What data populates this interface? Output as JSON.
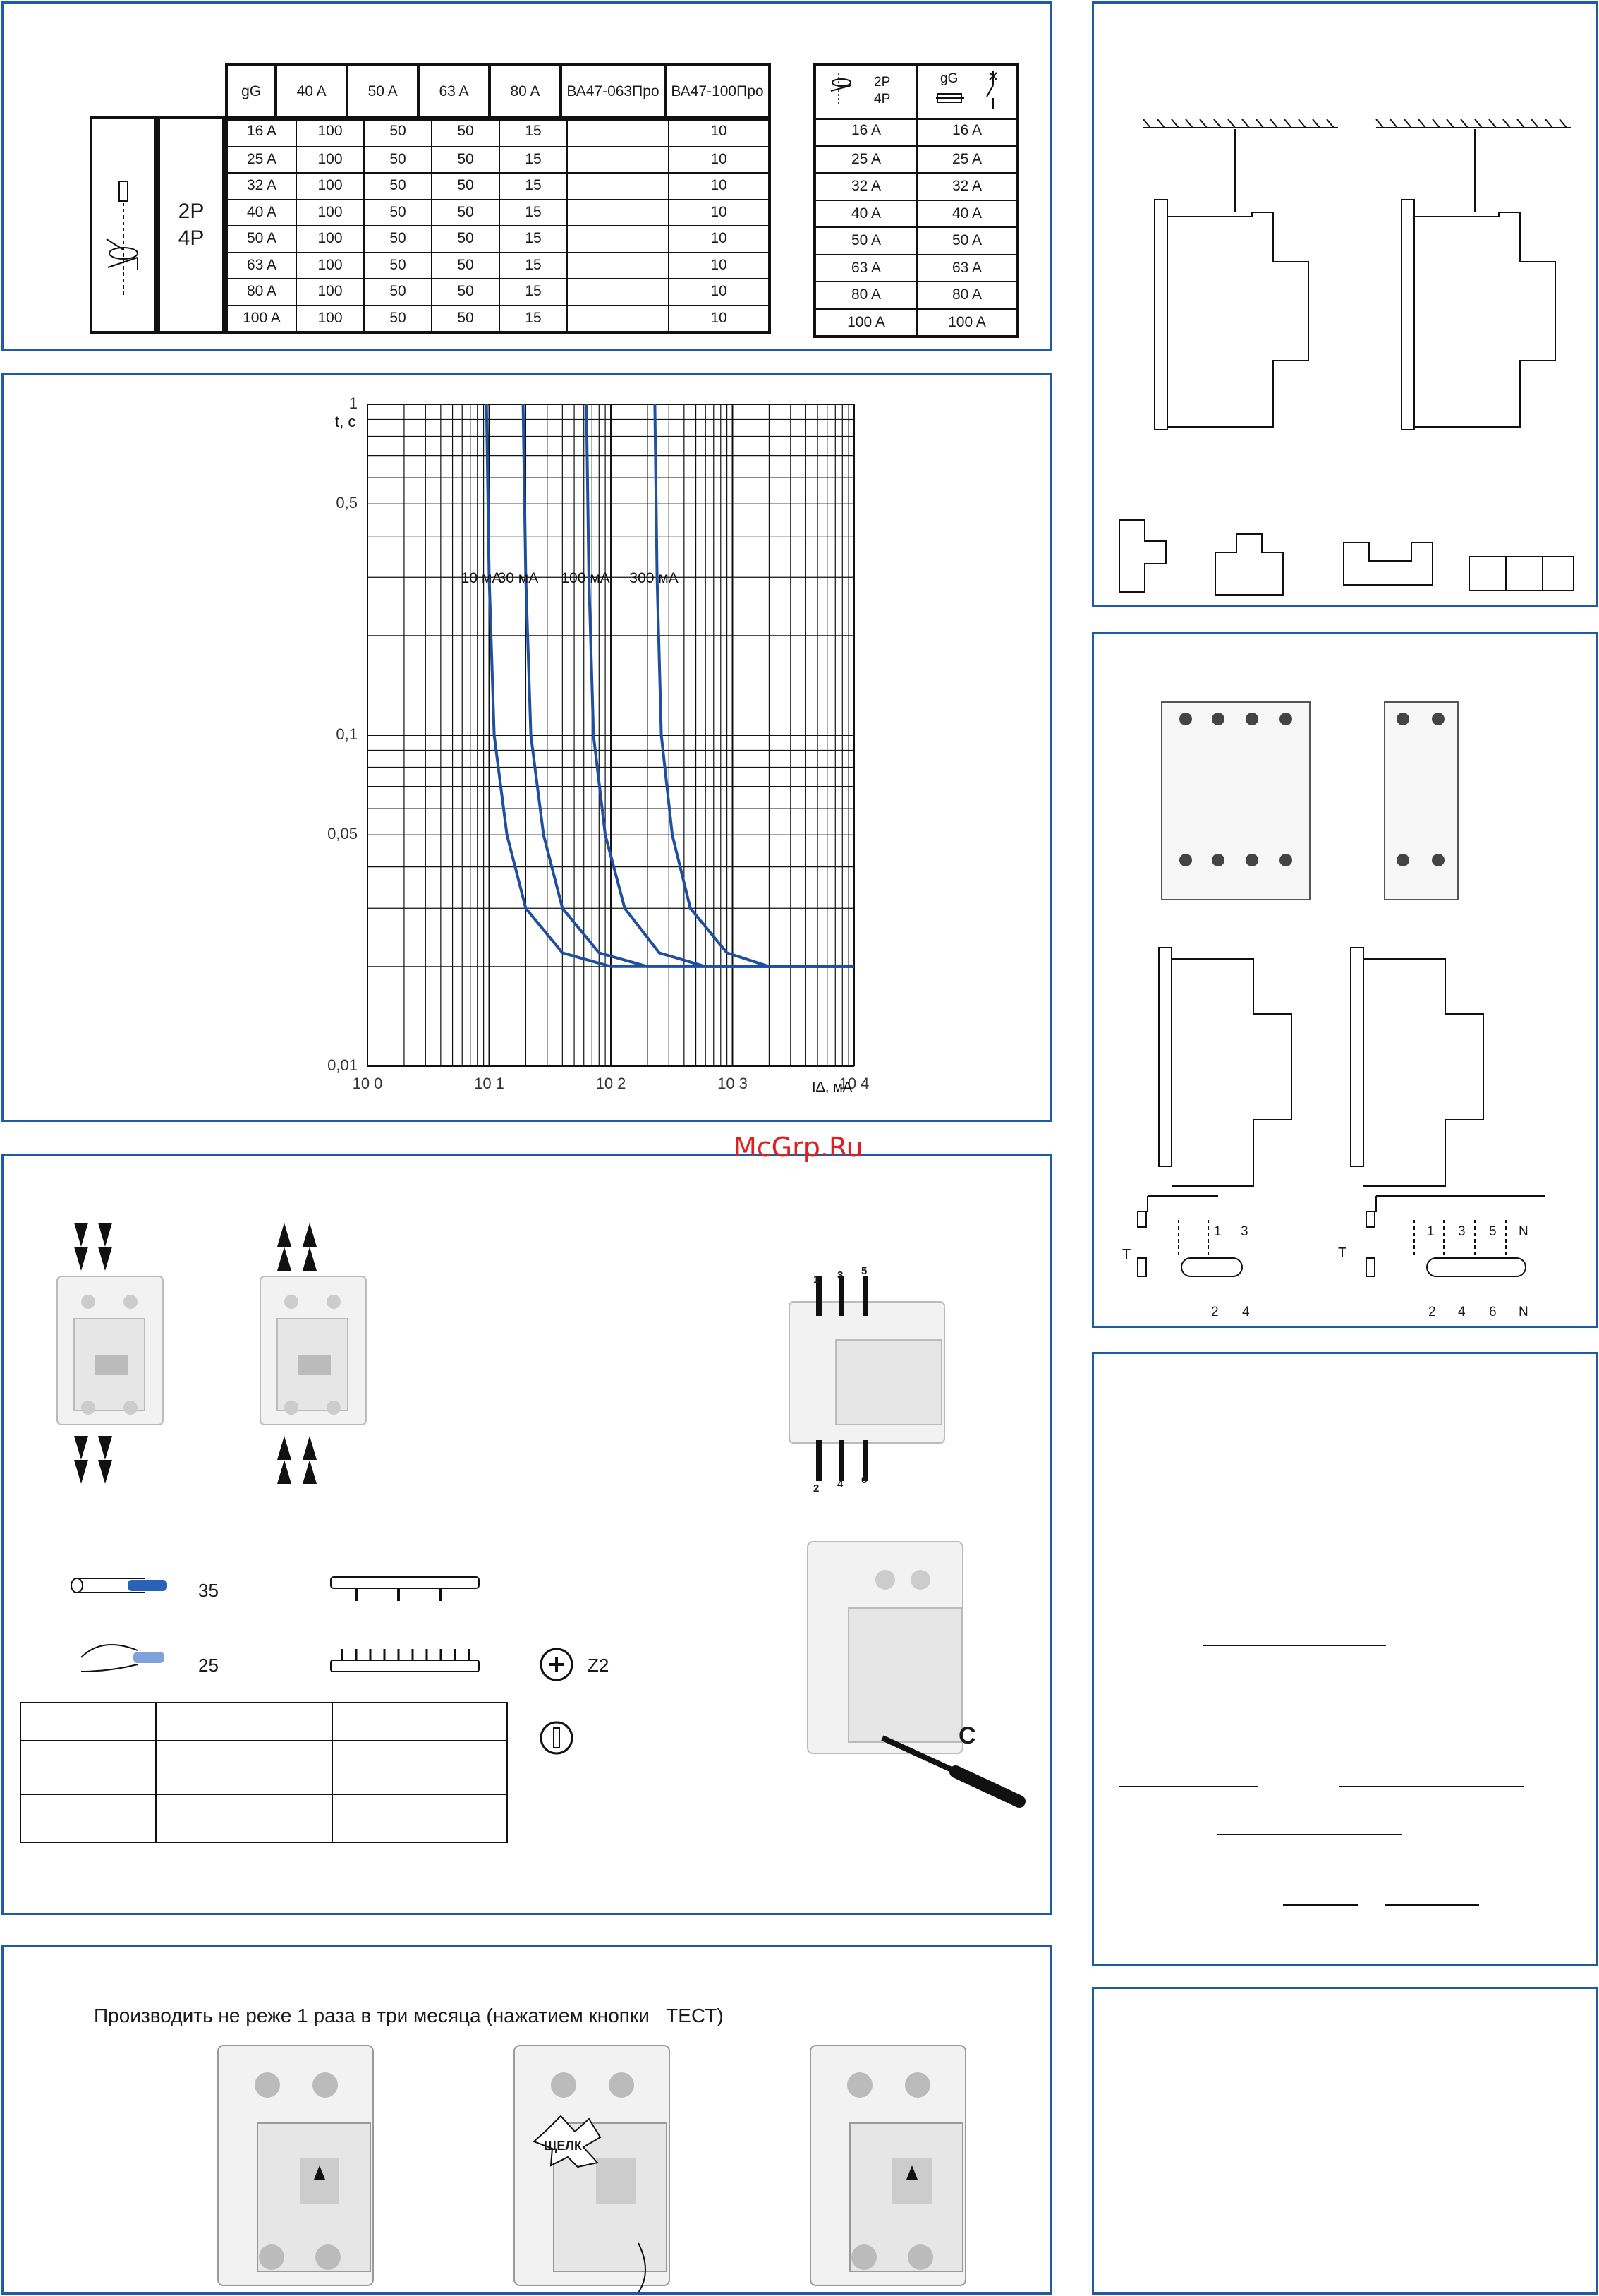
{
  "table1": {
    "headers": [
      "gG",
      "40 A",
      "50 A",
      "63 A",
      "80 A",
      "ВА47-063Про",
      "ВА47-100Про"
    ],
    "poles": "2P\n4P",
    "rows": [
      [
        "16 A",
        "100",
        "50",
        "50",
        "15",
        "",
        "10"
      ],
      [
        "25 A",
        "100",
        "50",
        "50",
        "15",
        "",
        "10"
      ],
      [
        "32 A",
        "100",
        "50",
        "50",
        "15",
        "",
        "10"
      ],
      [
        "40 A",
        "100",
        "50",
        "50",
        "15",
        "",
        "10"
      ],
      [
        "50 A",
        "100",
        "50",
        "50",
        "15",
        "",
        "10"
      ],
      [
        "63 A",
        "100",
        "50",
        "50",
        "15",
        "",
        "10"
      ],
      [
        "80 A",
        "100",
        "50",
        "50",
        "15",
        "",
        "10"
      ],
      [
        "100 A",
        "100",
        "50",
        "50",
        "15",
        "",
        "10"
      ]
    ]
  },
  "table2": {
    "header_poles": "2P\n4P",
    "header_fuse": "gG",
    "rows": [
      [
        "16 A",
        "16 A"
      ],
      [
        "25 A",
        "25 A"
      ],
      [
        "32 A",
        "32 A"
      ],
      [
        "40 A",
        "40 A"
      ],
      [
        "50 A",
        "50 A"
      ],
      [
        "63 A",
        "63 A"
      ],
      [
        "80 A",
        "80 A"
      ],
      [
        "100 A",
        "100 A"
      ]
    ]
  },
  "chart_data": {
    "type": "line",
    "ylabel": "t, c",
    "xlabel": "IΔ, мА",
    "x_scale": "log",
    "y_scale": "log",
    "xlim": [
      1,
      10000
    ],
    "ylim": [
      0.01,
      1
    ],
    "x_ticks": [
      "10 0",
      "10 1",
      "10 2",
      "10 3",
      "10 4"
    ],
    "y_ticks": [
      "1",
      "0,5",
      "0,1",
      "0,05",
      "0,01"
    ],
    "series": [
      {
        "name": "10 мА",
        "x": [
          9.5,
          10,
          11,
          14,
          20,
          40,
          100,
          10000
        ],
        "y": [
          1,
          0.3,
          0.1,
          0.05,
          0.03,
          0.022,
          0.02,
          0.02
        ]
      },
      {
        "name": "30 мА",
        "x": [
          19,
          20,
          22,
          28,
          40,
          80,
          200,
          10000
        ],
        "y": [
          1,
          0.3,
          0.1,
          0.05,
          0.03,
          0.022,
          0.02,
          0.02
        ]
      },
      {
        "name": "100 мА",
        "x": [
          63,
          66,
          72,
          90,
          130,
          250,
          600,
          10000
        ],
        "y": [
          1,
          0.3,
          0.1,
          0.05,
          0.03,
          0.022,
          0.02,
          0.02
        ]
      },
      {
        "name": "300 мА",
        "x": [
          230,
          240,
          260,
          320,
          450,
          900,
          2000,
          10000
        ],
        "y": [
          1,
          0.3,
          0.1,
          0.05,
          0.03,
          0.022,
          0.02,
          0.02
        ]
      }
    ],
    "color": "#1f4f9f"
  },
  "wiring": {
    "wire_solid": "35",
    "wire_stranded": "25",
    "screw": "Z2",
    "terminals_top": [
      "1",
      "3",
      "5"
    ],
    "terminals_bottom": [
      "2",
      "4",
      "6"
    ],
    "screwdriver_label": "C"
  },
  "schematic": {
    "left": {
      "test": "T",
      "top": [
        "1",
        "3"
      ],
      "bottom": [
        "2",
        "4"
      ]
    },
    "right": {
      "test": "T",
      "top": [
        "1",
        "3",
        "5",
        "N"
      ],
      "bottom": [
        "2",
        "4",
        "6",
        "N"
      ]
    }
  },
  "test": {
    "instruction": "Производить не реже 1 раза в три месяца (нажатием кнопки   ТЕСТ)",
    "click": "ЩЕЛК"
  },
  "watermark": "McGrp.Ru"
}
